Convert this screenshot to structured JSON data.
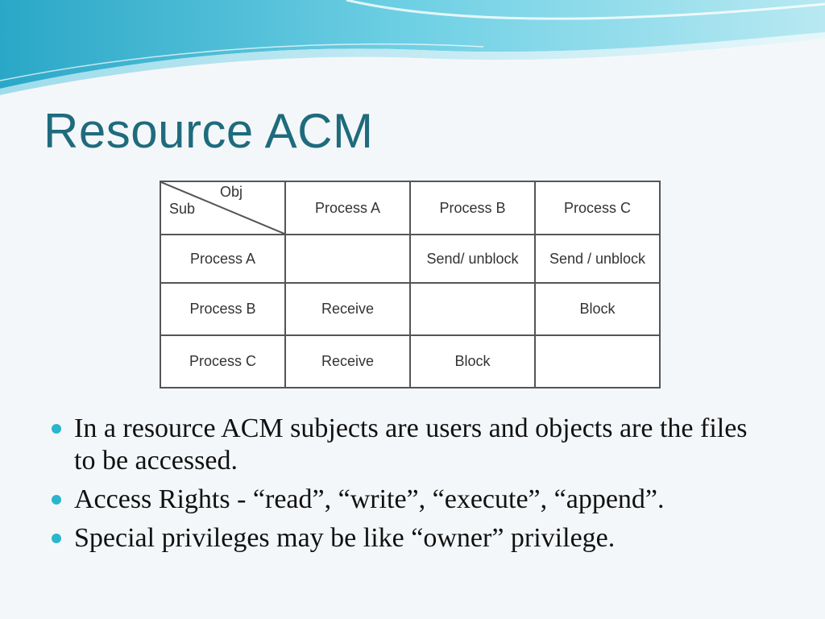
{
  "slide": {
    "title": "Resource ACM",
    "accent_color": "#1e6b7d",
    "bullet_color": "#2bb5cc"
  },
  "table": {
    "corner": {
      "obj": "Obj",
      "sub": "Sub"
    },
    "columns": [
      "Process A",
      "Process B",
      "Process C"
    ],
    "rows": [
      {
        "subject": "Process A",
        "cells": [
          "",
          "Send/ unblock",
          "Send / unblock"
        ]
      },
      {
        "subject": "Process B",
        "cells": [
          "Receive",
          "",
          "Block"
        ]
      },
      {
        "subject": "Process C",
        "cells": [
          "Receive",
          "Block",
          ""
        ]
      }
    ]
  },
  "bullets": [
    "In a resource ACM subjects are users and objects are the files to be accessed.",
    "Access Rights - “read”, “write”, “execute”, “append”.",
    "Special privileges may be like “owner” privilege."
  ]
}
